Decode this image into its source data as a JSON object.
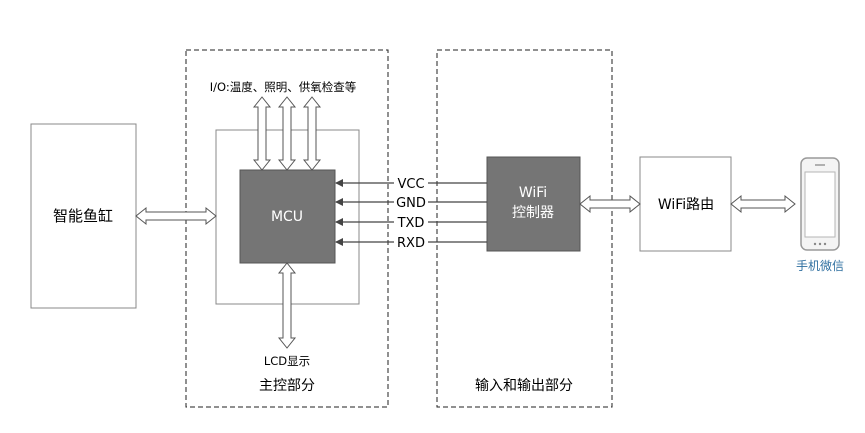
{
  "blocks": {
    "fish_tank": "智能鱼缸",
    "mcu": "MCU",
    "wifi_controller_line1": "WiFi",
    "wifi_controller_line2": "控制器",
    "wifi_router": "WiFi路由",
    "phone_label": "手机微信"
  },
  "labels": {
    "io": "I/O:温度、照明、供氧检查等",
    "lcd": "LCD显示",
    "main_control": "主控部分",
    "io_section": "输入和输出部分"
  },
  "signals": [
    "VCC",
    "GND",
    "TXD",
    "RXD"
  ],
  "colors": {
    "mcu_fill": "#757575",
    "controller_fill": "#757575",
    "stroke": "#444444",
    "phone_label": "#2f6fa0"
  }
}
